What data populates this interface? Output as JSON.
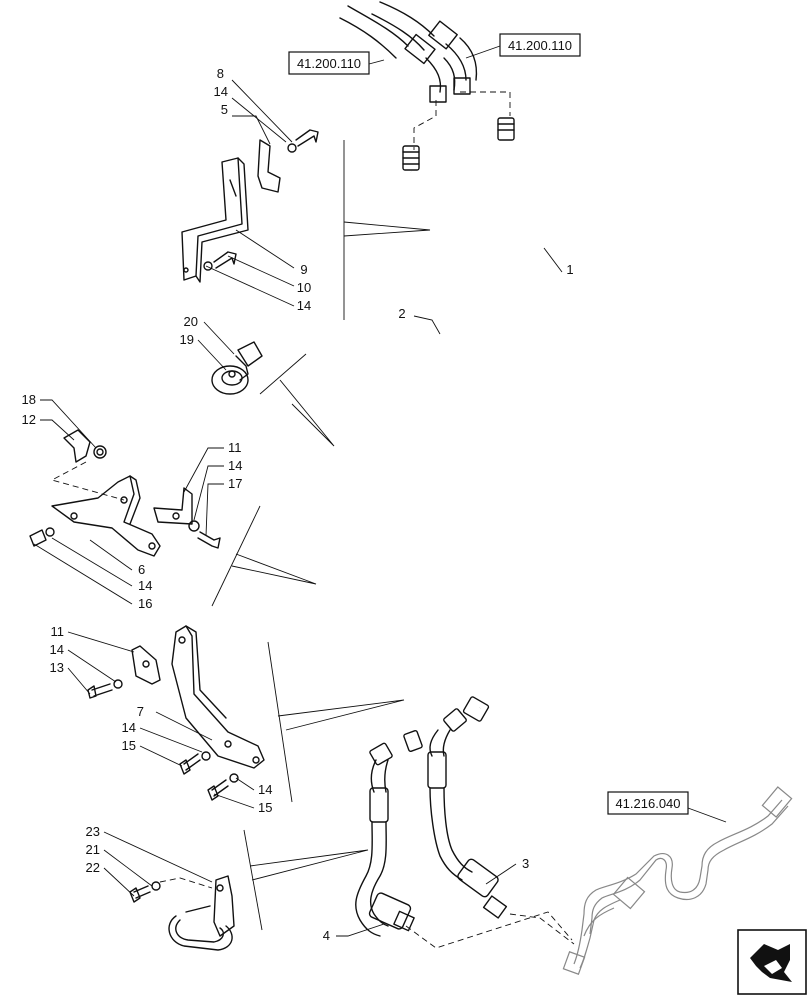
{
  "references": [
    {
      "id": "ref-left",
      "text": "41.200.110"
    },
    {
      "id": "ref-right",
      "text": "41.200.110"
    },
    {
      "id": "ref-bottom",
      "text": "41.216.040"
    }
  ],
  "callouts": {
    "c1": "1",
    "c2": "2",
    "c3": "3",
    "c4": "4",
    "c5": "5",
    "c6": "6",
    "c7": "7",
    "c8": "8",
    "c9": "9",
    "c10": "10",
    "c11a": "11",
    "c11b": "11",
    "c12": "12",
    "c13": "13",
    "c14a": "14",
    "c14b": "14",
    "c14c": "14",
    "c14d": "14",
    "c14e": "14",
    "c14f": "14",
    "c14g": "14",
    "c15a": "15",
    "c15b": "15",
    "c16": "16",
    "c17": "17",
    "c18": "18",
    "c19": "19",
    "c20": "20",
    "c21": "21",
    "c22": "22",
    "c23": "23"
  },
  "icons": {
    "nav": "next-page-arrow-icon"
  }
}
